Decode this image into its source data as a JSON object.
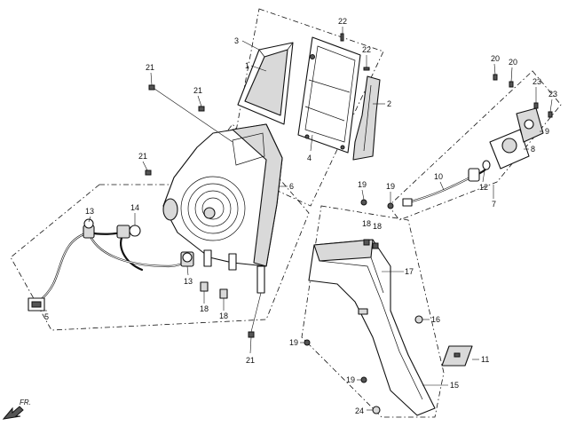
{
  "callouts": {
    "c1": "1",
    "c2": "2",
    "c3": "3",
    "c4": "4",
    "c5": "5",
    "c6": "6",
    "c7": "7",
    "c8": "8",
    "c9": "9",
    "c10": "10",
    "c11": "11",
    "c12": "12",
    "c13a": "13",
    "c13b": "13",
    "c14": "14",
    "c15": "15",
    "c16": "16",
    "c17": "17",
    "c18a": "18",
    "c18b": "18",
    "c18c": "18",
    "c18d": "18",
    "c19a": "19",
    "c19b": "19",
    "c19c": "19",
    "c19d": "19",
    "c20a": "20",
    "c20b": "20",
    "c21a": "21",
    "c21b": "21",
    "c21c": "21",
    "c21d": "21",
    "c22a": "22",
    "c22b": "22",
    "c23a": "23",
    "c23b": "23",
    "c24": "24"
  },
  "direction_label": "FR."
}
